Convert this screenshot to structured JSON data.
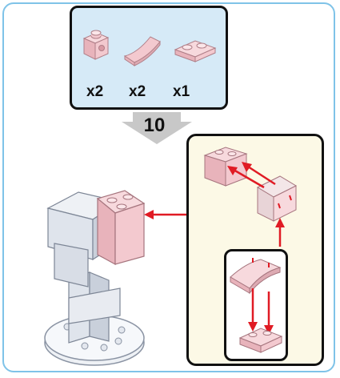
{
  "step": {
    "number": "10"
  },
  "parts": [
    {
      "name": "brick-with-stud-hole",
      "quantity": "x2"
    },
    {
      "name": "curved-slope",
      "quantity": "x2"
    },
    {
      "name": "plate-1x2",
      "quantity": "x1"
    }
  ],
  "colors": {
    "frame_border": "#7fc3e8",
    "parts_background": "#d6eaf7",
    "subassembly_background": "#fcf9e6",
    "arrow_red": "#e01b24",
    "brick_pink": "#f3c9cf",
    "model_grey": "#dfe4ec"
  }
}
